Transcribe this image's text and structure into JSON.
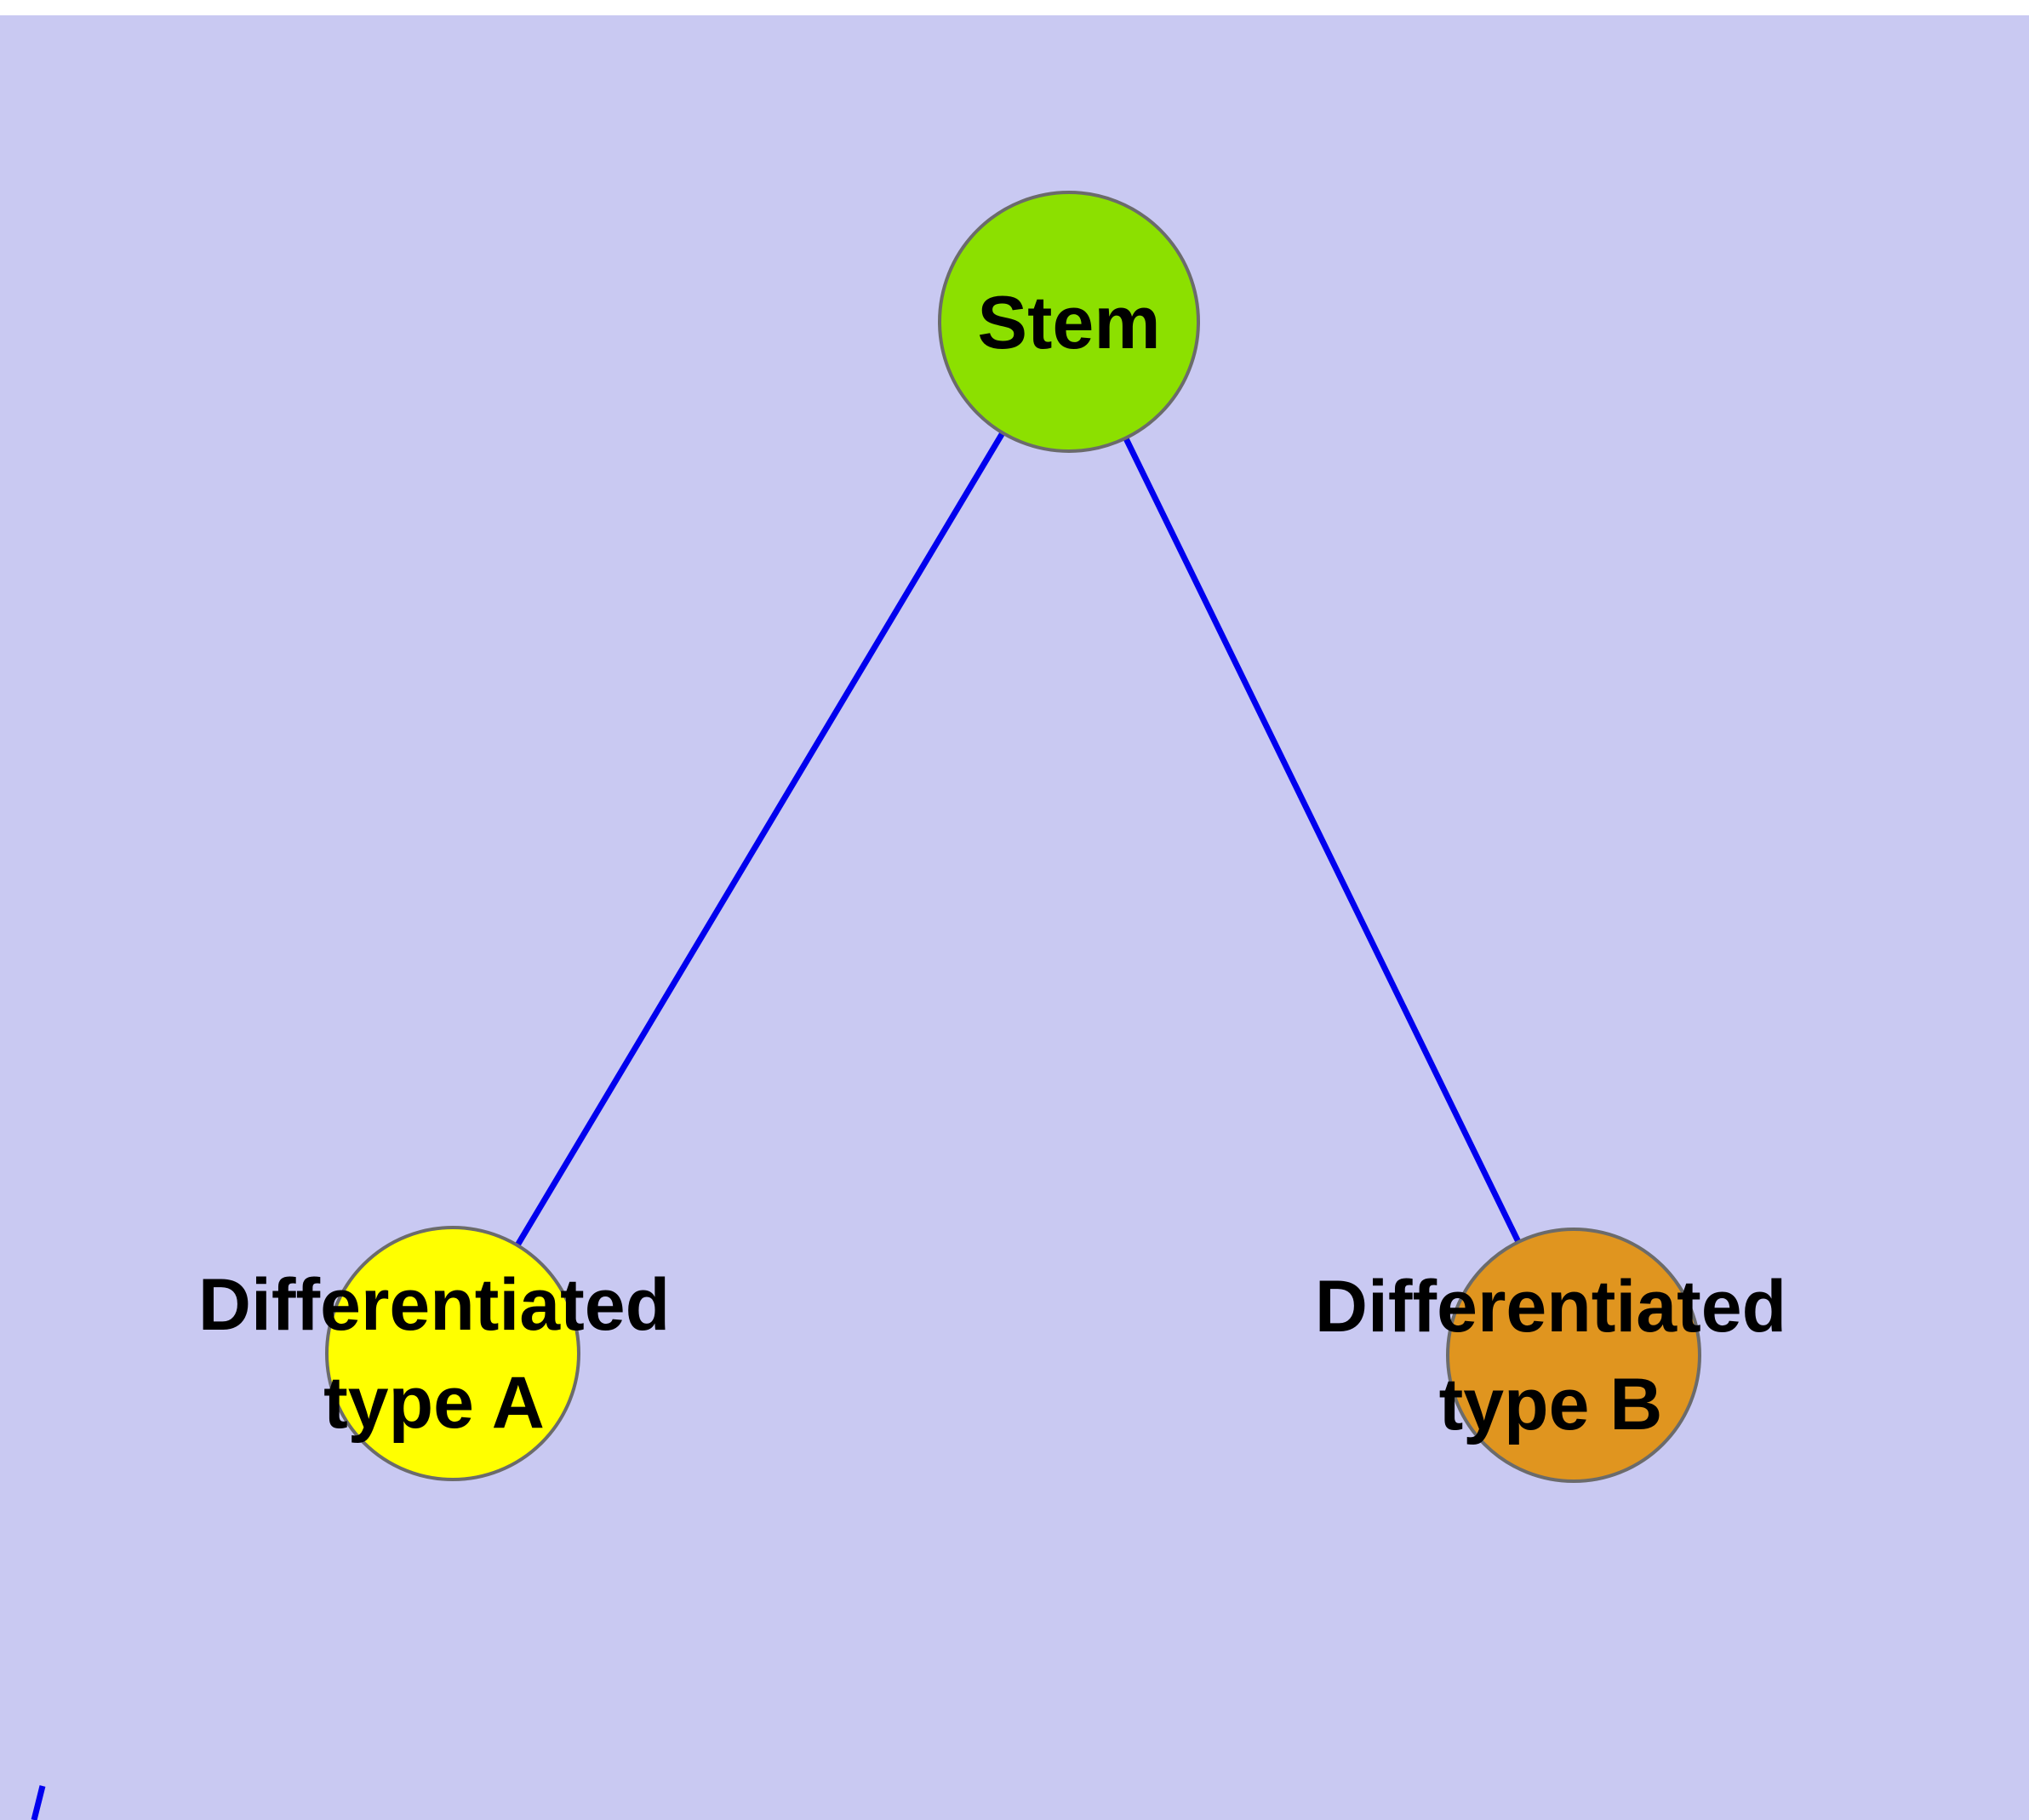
{
  "background_color": "#c9c9f2",
  "top_strip_color": "#ffffff",
  "diagram": {
    "edge_color": "#0000ee",
    "node_border_color": "#6b6b6b",
    "nodes": {
      "stem": {
        "id": "stem",
        "label": "Stem",
        "color": "#8ce000"
      },
      "diff_a": {
        "id": "differentiated-type-a",
        "label_line1": "Differentiated",
        "label_line2": "type A",
        "color": "#ffff00"
      },
      "diff_b": {
        "id": "differentiated-type-b",
        "label_line1": "Differentiated",
        "label_line2": "type B",
        "color": "#e0951f"
      }
    },
    "edges": [
      {
        "from": "Stem",
        "to": "Differentiated type A"
      },
      {
        "from": "Stem",
        "to": "Differentiated type B"
      }
    ]
  }
}
